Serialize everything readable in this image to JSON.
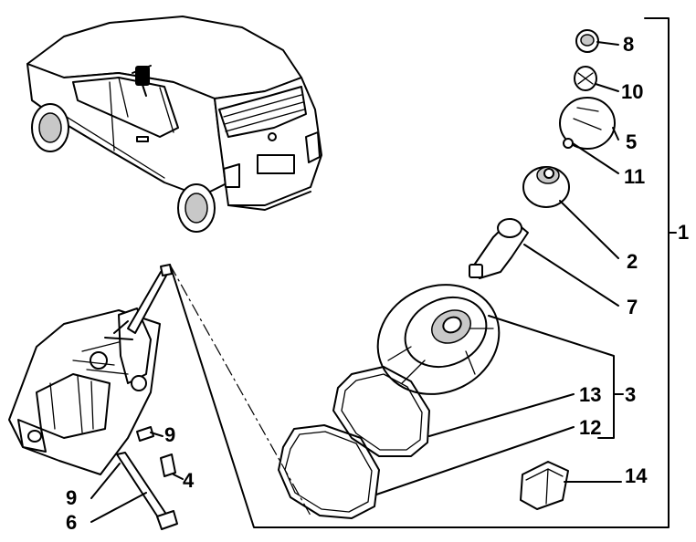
{
  "callouts": {
    "p8": "8",
    "p10": "10",
    "p5": "5",
    "p11": "11",
    "p2": "2",
    "p1": "1",
    "p7": "7",
    "p3": "3",
    "p13": "13",
    "p12": "12",
    "p14": "14",
    "p9a": "9",
    "p4": "4",
    "p9b": "9",
    "p6": "6"
  },
  "colors": {
    "ink": "#000000",
    "paper": "#ffffff",
    "shade": "#c8c8c8"
  }
}
